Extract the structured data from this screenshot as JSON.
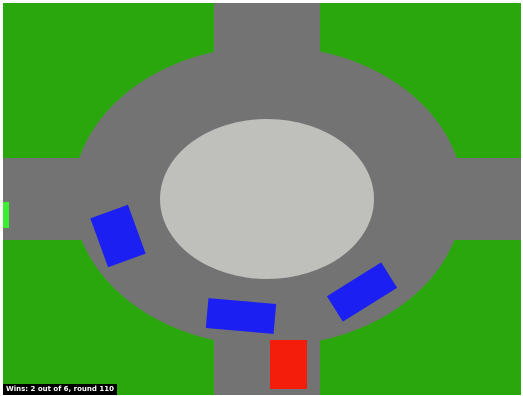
{
  "game": {
    "status_text": "Wins: 2 out of 6, round 110",
    "colors": {
      "grass": "#2aa70d",
      "road": "#737373",
      "island": "#bfbfbc",
      "npc_car": "#1c1ff2",
      "player_car": "#f41c0a",
      "exit_marker": "#38ee2e",
      "status_bg": "#000000",
      "status_text": "#ffffff"
    },
    "scene": {
      "layout": "four-way roundabout",
      "exits": [
        "north",
        "east",
        "south",
        "west"
      ],
      "npc_car_count": 3,
      "player_car_count": 1,
      "goal_exit": "west"
    }
  }
}
